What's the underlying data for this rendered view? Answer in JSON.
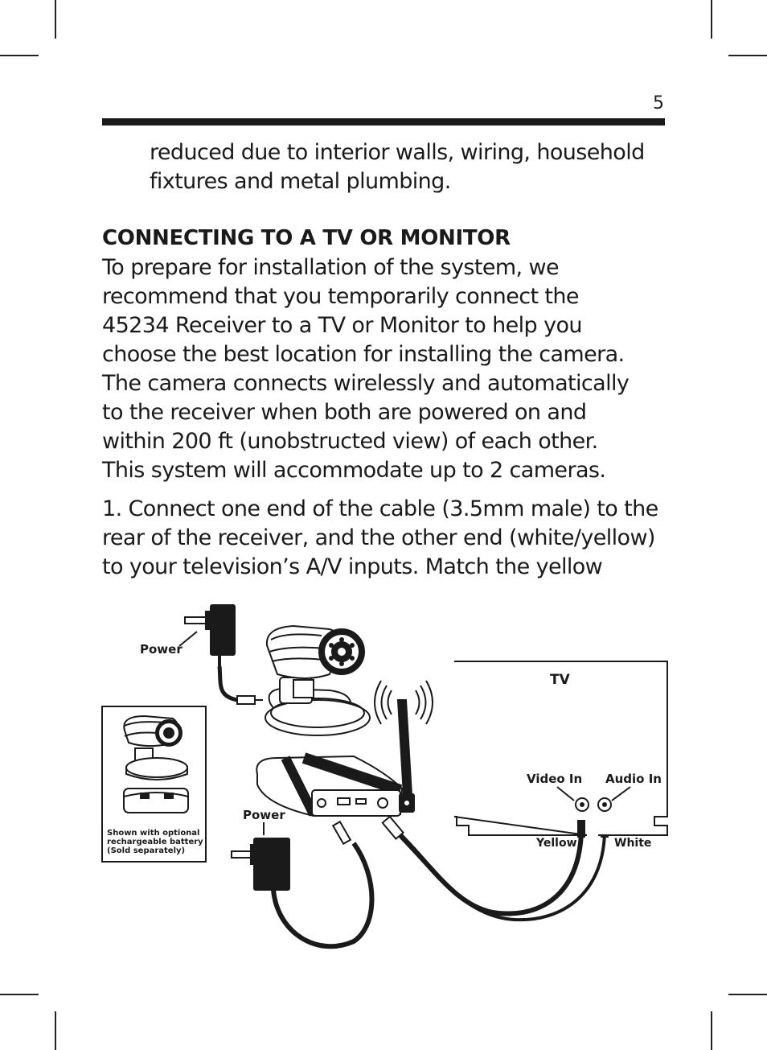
{
  "page_number": "5",
  "continued_text": [
    "reduced due to interior walls, wiring, household",
    "fixtures and metal plumbing."
  ],
  "section_heading": "CONNECTING TO A TV OR MONITOR",
  "intro_paragraph": [
    "To prepare for installation of the system, we",
    "recommend that you temporarily connect the",
    "45234 Receiver to a TV or Monitor to help you",
    "choose the best location for installing the camera.",
    "The camera connects wirelessly and automatically",
    "to the receiver when both are powered on and",
    "within 200 ft (unobstructed view) of each other.",
    "This system will accommodate up to 2 cameras."
  ],
  "step_1": [
    "1. Connect one end of the cable (3.5mm male) to the",
    "rear of the receiver, and the other end (white/yellow)",
    "to your television’s A/V inputs. Match the yellow"
  ],
  "diagram": {
    "power_label_top": "Power",
    "power_label_bottom": "Power",
    "tv_label": "TV",
    "video_in_label": "Video In",
    "audio_in_label": "Audio In",
    "yellow_label": "Yellow",
    "white_label": "White",
    "battery_note": [
      "Shown with optional",
      "rechargeable battery",
      "(Sold separately)"
    ]
  }
}
